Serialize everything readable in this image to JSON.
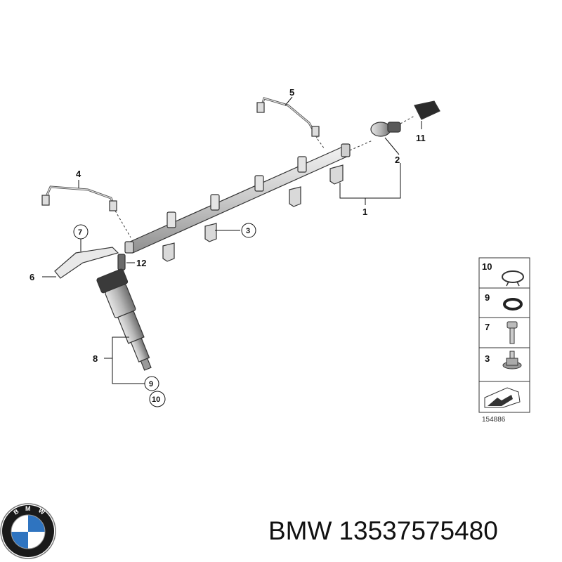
{
  "diagram": {
    "callouts": [
      "1",
      "2",
      "3",
      "4",
      "5",
      "6",
      "7",
      "8",
      "9",
      "10",
      "11",
      "12"
    ],
    "circled_callouts": [
      "3",
      "7",
      "9",
      "10"
    ],
    "legend_items": [
      {
        "number": "10",
        "icon": "retaining-ring-icon"
      },
      {
        "number": "9",
        "icon": "o-ring-seal-icon"
      },
      {
        "number": "7",
        "icon": "stud-bolt-icon"
      },
      {
        "number": "3",
        "icon": "hex-flange-bolt-icon"
      }
    ],
    "reference_number": "154886"
  },
  "footer": {
    "brand": "BMW",
    "part_number": "13537575480"
  },
  "logo": {
    "name": "bmw-roundel-logo",
    "text": "BMW",
    "colors": {
      "ring": "#1a1a1a",
      "blue": "#2f74c0",
      "white": "#ffffff"
    }
  }
}
